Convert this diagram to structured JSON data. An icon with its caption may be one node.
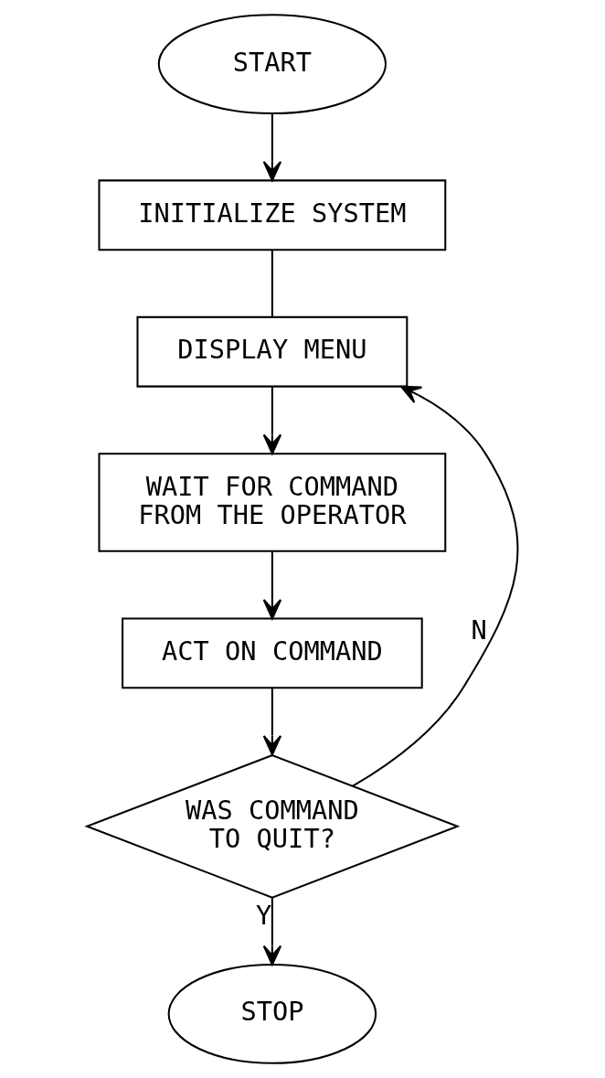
{
  "diagram": {
    "nodes": [
      {
        "text": [
          "START"
        ]
      },
      {
        "text": [
          "INITIALIZE SYSTEM"
        ]
      },
      {
        "text": [
          "DISPLAY MENU"
        ]
      },
      {
        "text": [
          "WAIT FOR COMMAND FROM THE OPERATOR"
        ]
      },
      {
        "text": [
          "ACT ON COMMAND"
        ]
      },
      {
        "text": [
          "WAS COMMAND TO QUIT?"
        ]
      },
      {
        "text": [
          "STOP"
        ]
      }
    ],
    "edges": [
      {
        "from": 0,
        "to": 1,
        "arrow": "to"
      },
      {
        "from": 1,
        "to": 2,
        "arrow": "none"
      },
      {
        "from": 2,
        "to": 3,
        "arrow": "to"
      },
      {
        "from": 3,
        "to": 4,
        "arrow": "to"
      },
      {
        "from": 4,
        "to": 5,
        "arrow": "to"
      },
      {
        "from": 5,
        "to": 2,
        "arrow": "to",
        "label": "N"
      },
      {
        "from": 5,
        "to": 6,
        "arrow": "to",
        "label": "Y"
      }
    ]
  }
}
